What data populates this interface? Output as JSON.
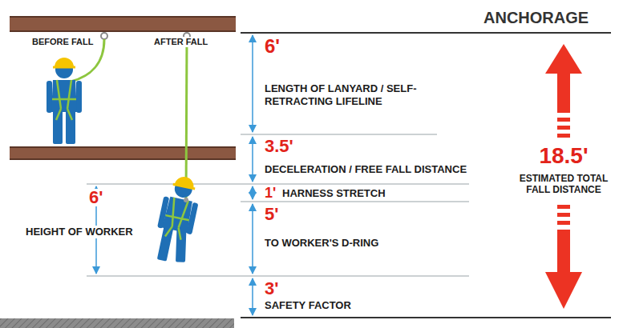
{
  "diagram": {
    "labels": [
      "ANCHORAGE",
      "BEFORE FALL",
      "AFTER FALL",
      "6'",
      "LENGTH OF LANYARD / SELF-RETRACTING LIFELINE",
      "3.5'",
      "DECELERATION / FREE FALL DISTANCE",
      "18.5'",
      "ESTIMATED TOTAL FALL DISTANCE",
      "6'",
      "1'",
      "HARNESS STRETCH",
      "HEIGHT OF WORKER",
      "5'",
      "TO WORKER'S D-RING",
      "3'",
      "SAFETY FACTOR"
    ]
  }
}
